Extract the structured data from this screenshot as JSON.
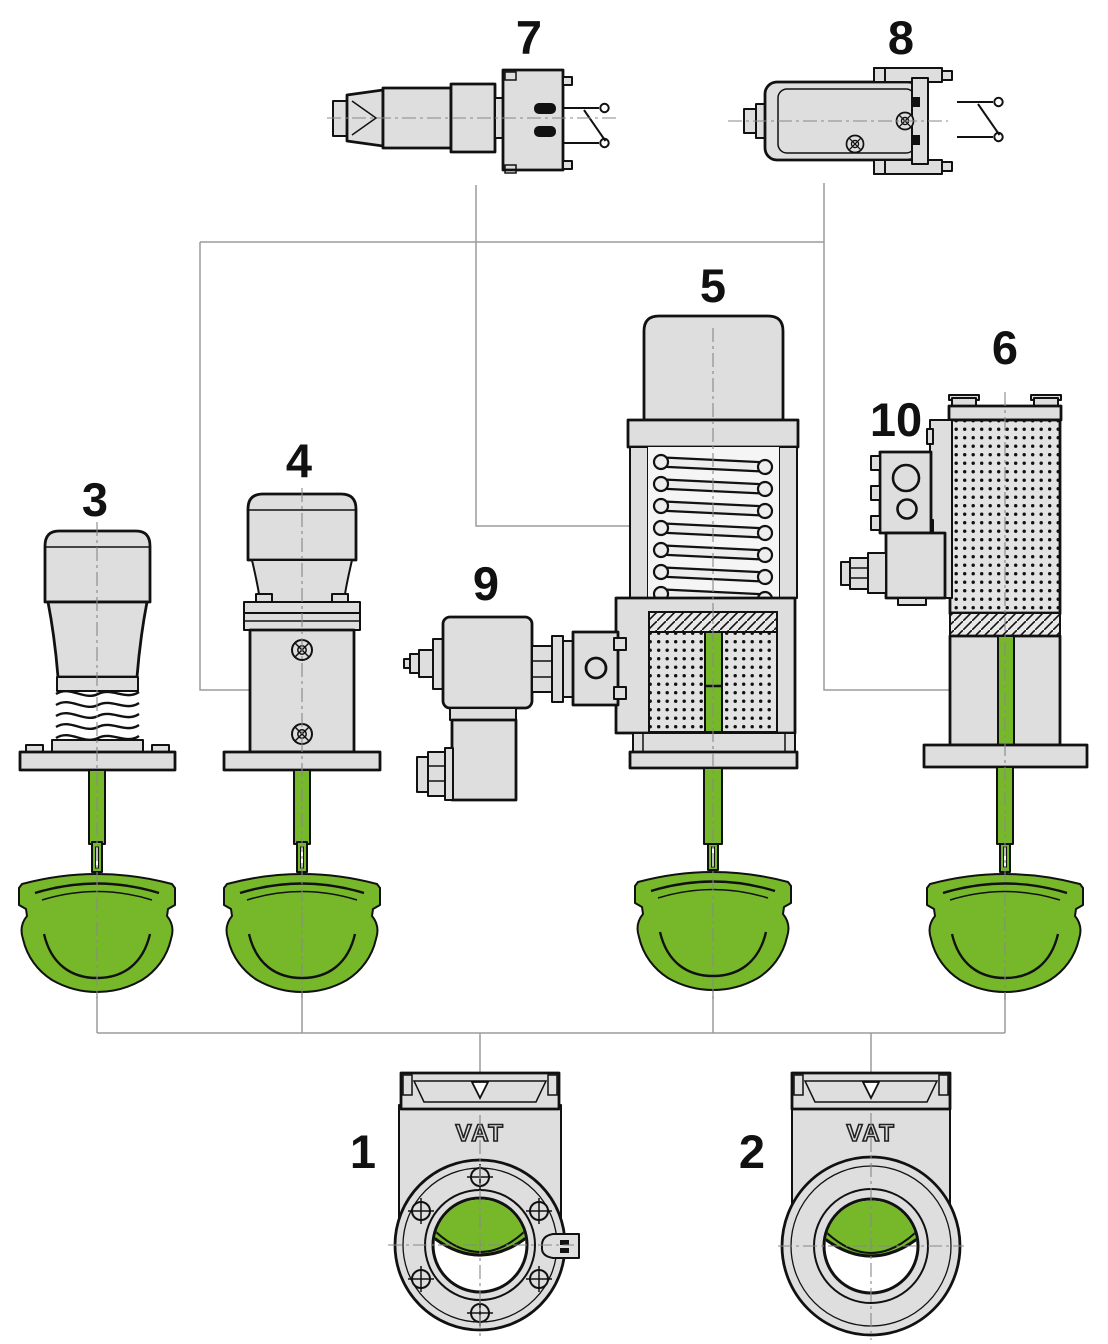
{
  "labels": {
    "l1": "1",
    "l2": "2",
    "l3": "3",
    "l4": "4",
    "l5": "5",
    "l6": "6",
    "l7": "7",
    "l8": "8",
    "l9": "9",
    "l10": "10"
  },
  "logo": "VAT",
  "colors": {
    "accent_green": "#76b82a",
    "part_fill": "#dedede",
    "outline": "#111111",
    "connector_line": "#9c9c9c",
    "centerline": "#888888",
    "background": "#ffffff"
  }
}
